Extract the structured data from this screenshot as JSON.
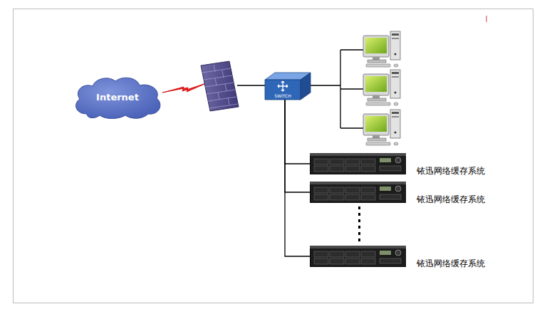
{
  "diagram": {
    "nodes": [
      {
        "text": [
          "Internet"
        ]
      },
      {
        "text": [
          "SWITCH"
        ]
      },
      {
        "text": [
          "铱迅网络缓存系统"
        ]
      },
      {
        "text": [
          "铱迅网络缓存系统"
        ]
      },
      {
        "text": [
          "铱迅网络缓存系统"
        ]
      }
    ],
    "edges": [
      {
        "from": 1,
        "to": 2,
        "arrow": "none"
      },
      {
        "from": 1,
        "to": 3,
        "arrow": "none"
      },
      {
        "from": 1,
        "to": 4,
        "arrow": "none"
      }
    ]
  }
}
